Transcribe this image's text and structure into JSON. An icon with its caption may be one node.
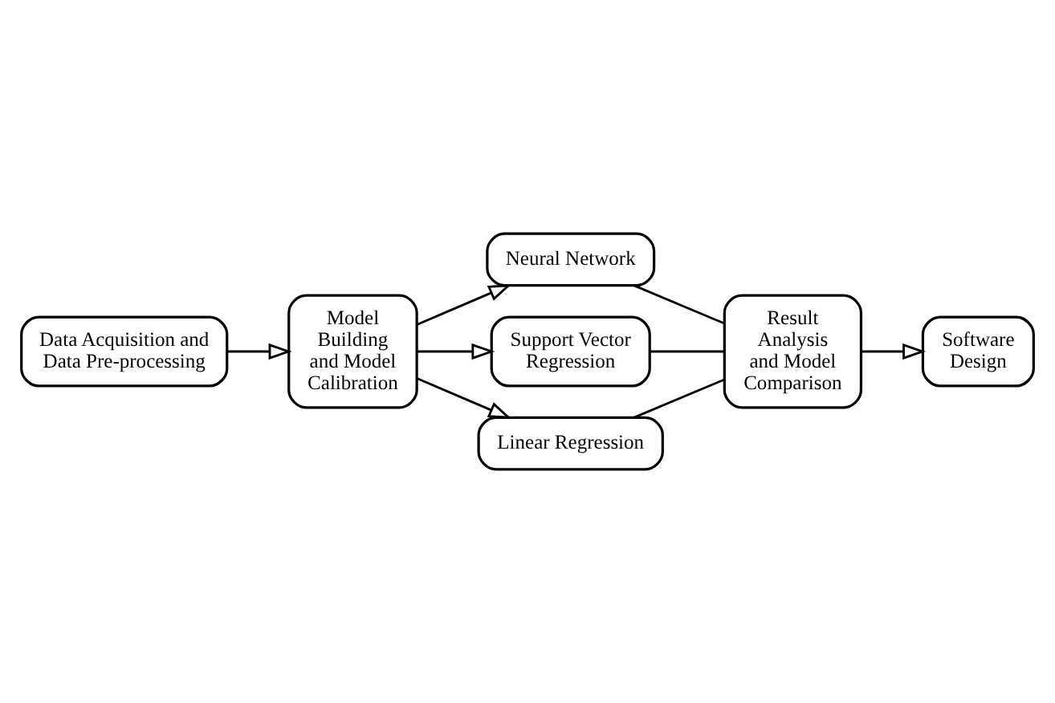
{
  "diagram": {
    "nodes": [
      {
        "text": [
          "Data Acquisition and Data Pre-processing"
        ]
      },
      {
        "text": [
          "Model Building and Model Calibration"
        ]
      },
      {
        "text": [
          "Neural Network"
        ]
      },
      {
        "text": [
          "Support Vector Regression"
        ]
      },
      {
        "text": [
          "Linear Regression"
        ]
      },
      {
        "text": [
          "Software Design"
        ]
      },
      {
        "text": [
          "Result Analysis and Model Comparison"
        ]
      }
    ],
    "edges": [
      {
        "from": 0,
        "to": 1,
        "arrow": "to"
      },
      {
        "from": 1,
        "to": 2,
        "arrow": "to"
      },
      {
        "from": 1,
        "to": 3,
        "arrow": "to"
      },
      {
        "from": 1,
        "to": 4,
        "arrow": "to"
      },
      {
        "from": 2,
        "to": 6,
        "arrow": "none"
      },
      {
        "from": 3,
        "to": 6,
        "arrow": "none"
      },
      {
        "from": 4,
        "to": 6,
        "arrow": "none"
      },
      {
        "from": 6,
        "to": 5,
        "arrow": "to"
      }
    ]
  }
}
